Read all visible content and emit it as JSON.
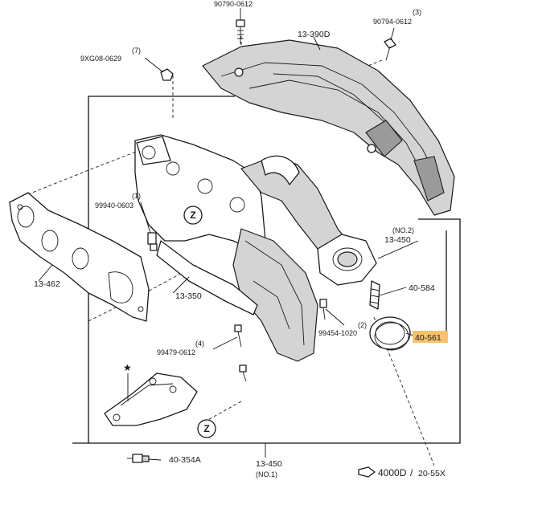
{
  "labels": {
    "top_bolt": "90790-0612",
    "heat_insulator": "13-390D",
    "bolt3_qty": "(3)",
    "bolt3_pn": "90794-0612",
    "nut7_qty": "(7)",
    "nut7_pn": "9XG08-0629",
    "stud1_qty": "(1)",
    "stud1_pn": "99940-0603",
    "gasket_head": "13-462",
    "manifold": "13-350",
    "gasket_no2_qty": "(NO.2)",
    "gasket_no2_pn": "13-450",
    "spring": "40-584",
    "stay_bolt_qty": "(2)",
    "stay_bolt_pn": "99454-1020",
    "ring_gasket": "40-561",
    "bolt4_qty": "(4)",
    "bolt4_pn": "99479-0612",
    "sensor": "40-354A",
    "gasket_no1_pn": "13-450",
    "gasket_no1_qty": "(NO.1)",
    "ref_code": "4000D",
    "ref_sep": "/",
    "ref_page": "20-55X",
    "star": "★",
    "z_top": "Z",
    "z_bottom": "Z"
  },
  "colors": {
    "highlight": "#f6c26b",
    "line": "#1a1a1a"
  }
}
